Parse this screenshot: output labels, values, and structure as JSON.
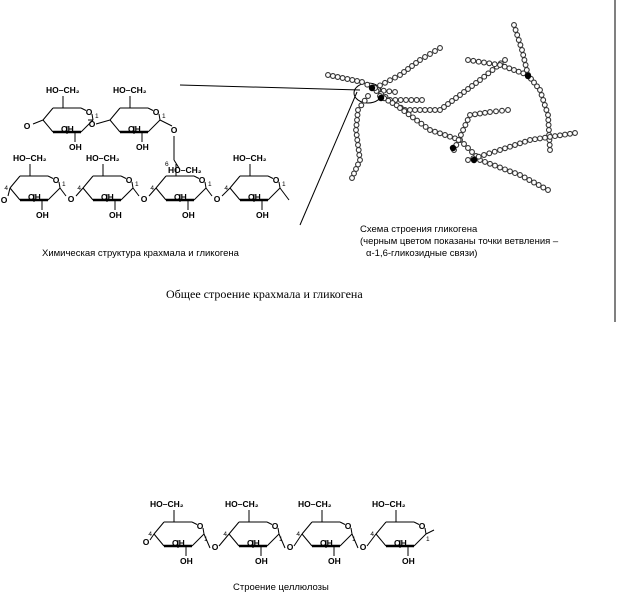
{
  "labels": {
    "ch2": "HO–CH₂",
    "oh": "OH",
    "o": "O",
    "c1": "1",
    "c4": "4",
    "c6": "6"
  },
  "starch_caption": "Химическая структура крахмала и гликогена",
  "glycogen_scheme": {
    "line1": "Схема строения  гликогена",
    "line2": "(черным цветом показаны точки ветвления –",
    "line3": "α-1,6-гликозидные связи)"
  },
  "general_caption": "Общее строение крахмала и гликогена",
  "cellulose_caption": "Строение целлюлозы",
  "colors": {
    "bead_fill": "#ffffff",
    "bead_stroke": "#333333",
    "branch_point": "#000000"
  }
}
